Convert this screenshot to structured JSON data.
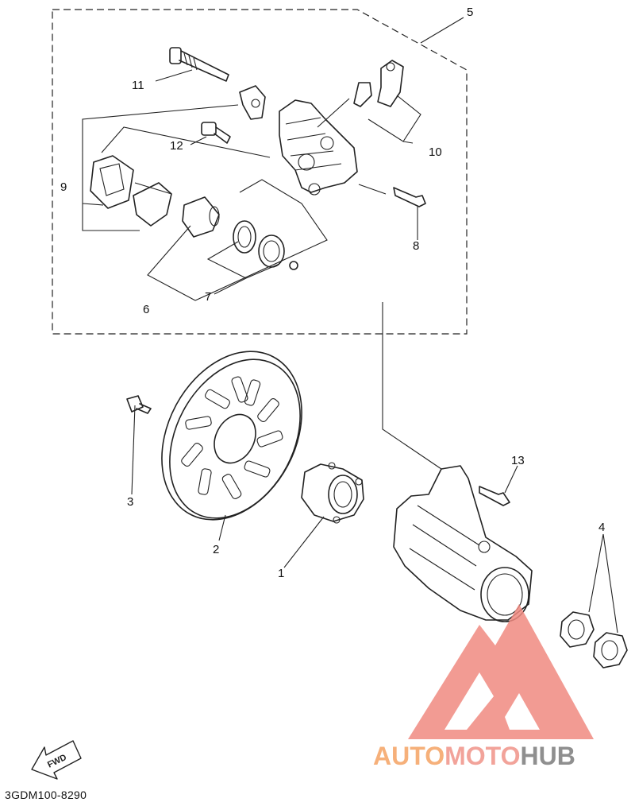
{
  "diagram": {
    "callouts": [
      "11",
      "12",
      "9",
      "5",
      "10",
      "8",
      "6",
      "7",
      "3",
      "2",
      "1",
      "13",
      "4"
    ],
    "drawing_code": "3GDM100-8290",
    "fwd_label": "FWD",
    "watermark": {
      "word_a": "AUTO",
      "word_b": "MOTO",
      "word_c": "HUB",
      "color_a": "#f6b07a",
      "color_b": "#f2a39a",
      "color_c": "#8f8f8f",
      "logo_color": "#f08a80"
    }
  }
}
